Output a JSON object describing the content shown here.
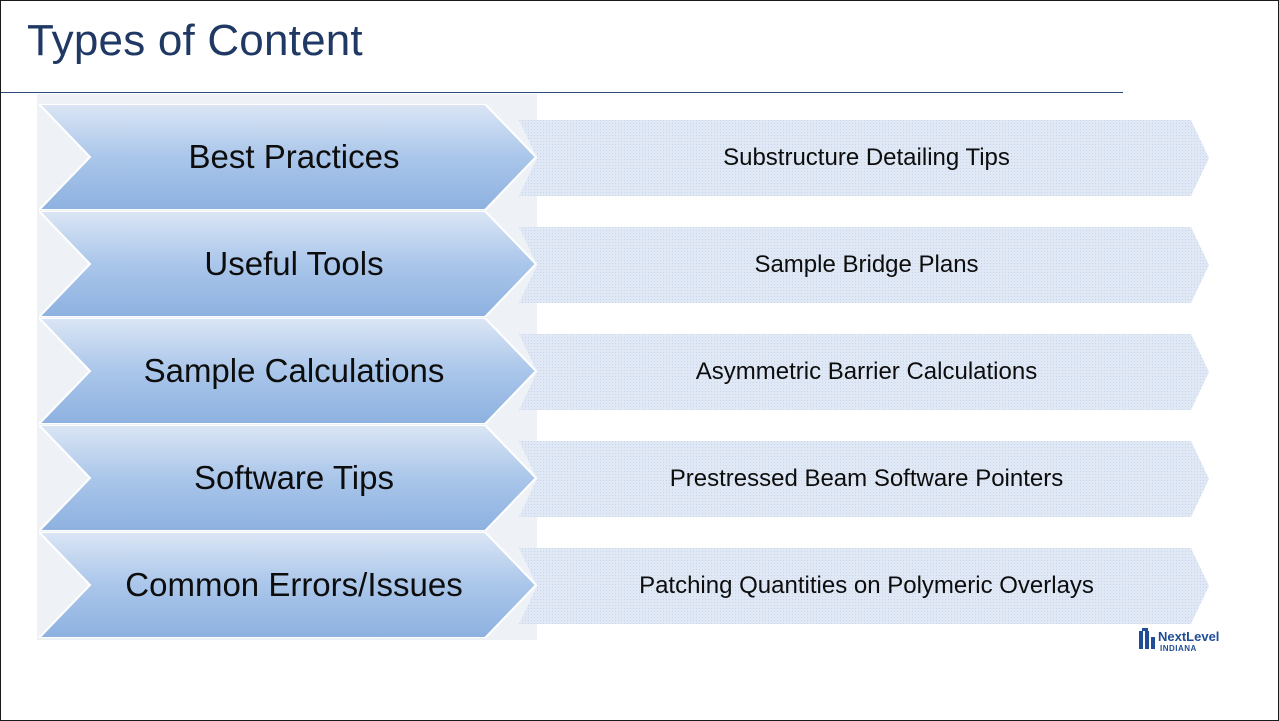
{
  "slide": {
    "title": "Types of Content"
  },
  "rows": [
    {
      "category": "Best Practices",
      "example": "Substructure Detailing Tips"
    },
    {
      "category": "Useful Tools",
      "example": "Sample Bridge Plans"
    },
    {
      "category": "Sample Calculations",
      "example": "Asymmetric Barrier Calculations"
    },
    {
      "category": "Software Tips",
      "example": "Prestressed Beam Software Pointers"
    },
    {
      "category": "Common Errors/Issues",
      "example": "Patching Quantities on Polymeric Overlays"
    }
  ],
  "logo": {
    "text": "NextLevel",
    "subtext": "INDIANA"
  },
  "colors": {
    "title": "#1f3864",
    "chevron_top": "#dae6f5",
    "chevron_bottom": "#8fb3e2",
    "bar": "#dde7f4"
  }
}
